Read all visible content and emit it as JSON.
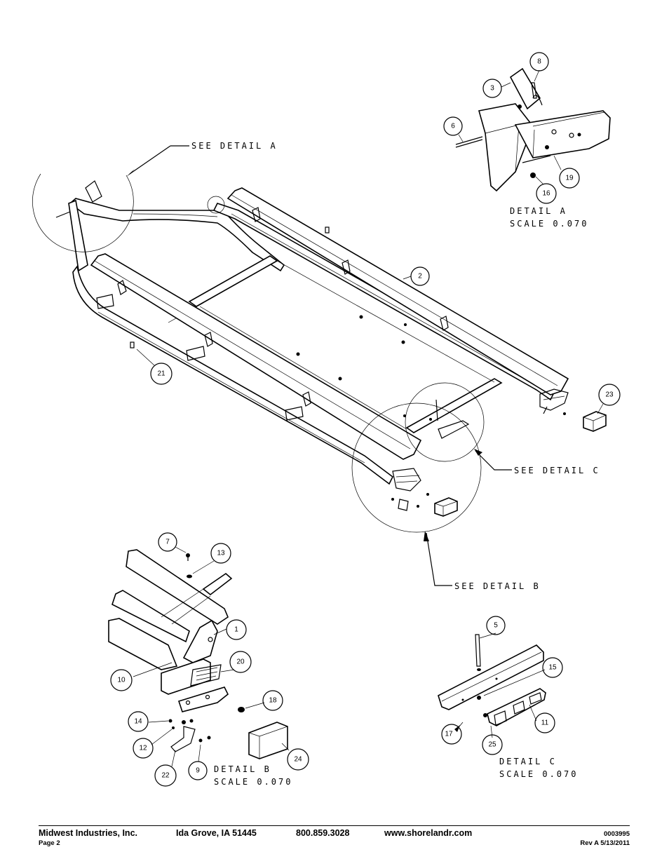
{
  "callouts": {
    "see_detail_a": "SEE DETAIL  A",
    "see_detail_b": "SEE DETAIL  B",
    "see_detail_c": "SEE DETAIL  C"
  },
  "details": {
    "a": {
      "title": "DETAIL  A",
      "scale": "SCALE  0.070"
    },
    "b": {
      "title": "DETAIL  B",
      "scale": "SCALE  0.070"
    },
    "c": {
      "title": "DETAIL  C",
      "scale": "SCALE  0.070"
    }
  },
  "balloons": [
    {
      "id": "b8",
      "text": "8"
    },
    {
      "id": "b3",
      "text": "3"
    },
    {
      "id": "b6",
      "text": "6"
    },
    {
      "id": "b19",
      "text": "19"
    },
    {
      "id": "b16",
      "text": "16"
    },
    {
      "id": "b2",
      "text": "2"
    },
    {
      "id": "b21",
      "text": "21"
    },
    {
      "id": "b23",
      "text": "23"
    },
    {
      "id": "b7",
      "text": "7"
    },
    {
      "id": "b13",
      "text": "13"
    },
    {
      "id": "b1",
      "text": "1"
    },
    {
      "id": "b20",
      "text": "20"
    },
    {
      "id": "b10",
      "text": "10"
    },
    {
      "id": "b18",
      "text": "18"
    },
    {
      "id": "b14",
      "text": "14"
    },
    {
      "id": "b12",
      "text": "12"
    },
    {
      "id": "b22",
      "text": "22"
    },
    {
      "id": "b9",
      "text": "9"
    },
    {
      "id": "b24",
      "text": "24"
    },
    {
      "id": "b5",
      "text": "5"
    },
    {
      "id": "b15",
      "text": "15"
    },
    {
      "id": "b17",
      "text": "17"
    },
    {
      "id": "b11",
      "text": "11"
    },
    {
      "id": "b25",
      "text": "25"
    }
  ],
  "footer": {
    "company": "Midwest Industries, Inc.",
    "location": "Ida Grove, IA  51445",
    "phone": "800.859.3028",
    "website": "www.shorelandr.com",
    "page": "Page 2",
    "doc_number": "0003995",
    "revision": "Rev A  5/13/2011"
  }
}
